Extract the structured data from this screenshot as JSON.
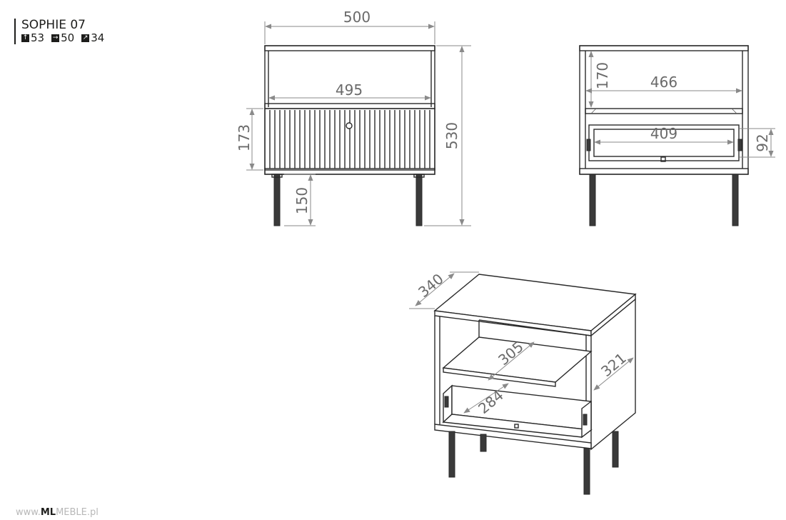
{
  "product": {
    "model": "SOPHIE 07",
    "height_icon": "up-arrow-icon",
    "height": "53",
    "width_icon": "right-arrow-icon",
    "width": "50",
    "depth_icon": "diagonal-arrow-icon",
    "depth": "34"
  },
  "dimensions": {
    "front_width": "500",
    "inner_width_front": "495",
    "drawer_height": "173",
    "total_height": "530",
    "leg_height": "150",
    "shelf_height": "170",
    "inner_width_back": "466",
    "drawer_inner_width": "409",
    "drawer_inner_height": "92",
    "depth": "340",
    "shelf_depth": "305",
    "drawer_depth": "284",
    "side_depth": "321"
  },
  "footer": {
    "prefix": "www.",
    "brand": "ML",
    "suffix": "MEBLE.pl"
  }
}
